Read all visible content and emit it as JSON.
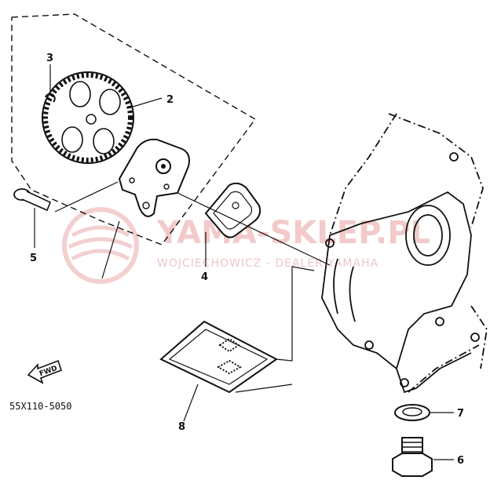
{
  "callouts": [
    {
      "id": "2",
      "label": "2"
    },
    {
      "id": "3",
      "label": "3"
    },
    {
      "id": "4",
      "label": "4"
    },
    {
      "id": "5",
      "label": "5"
    },
    {
      "id": "6",
      "label": "6"
    },
    {
      "id": "7",
      "label": "7"
    },
    {
      "id": "8",
      "label": "8"
    }
  ],
  "diagram_code": "55X110-5050",
  "fwd_label": "FWD",
  "watermark": {
    "title": "YAMA-SKLEP.PL",
    "subtitle": "WOJCIECHOWICZ - DEALER YAMAHA"
  },
  "colors": {
    "line": "#111111",
    "watermark": "#e8a0a0"
  }
}
